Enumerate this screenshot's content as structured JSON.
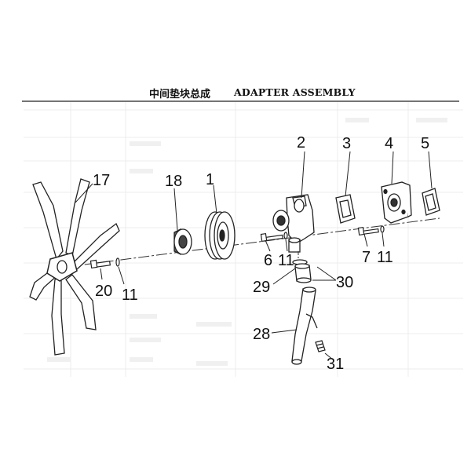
{
  "header": {
    "title_cn": "中间垫块总成",
    "title_en": "ADAPTER ASSEMBLY"
  },
  "callouts": {
    "fan": "17",
    "spacer": "18",
    "pulley": "1",
    "housing": "2",
    "gasket_left": "3",
    "adapter_block": "4",
    "gasket_right": "5",
    "bolt_left": "6",
    "washer_left": "11",
    "bolt_right": "7",
    "washer_right": "11",
    "fan_bolt": "20",
    "fan_washer": "11",
    "hose_clamp_upper": "29",
    "hose_clamps": "30",
    "hose": "28",
    "plug": "31"
  }
}
